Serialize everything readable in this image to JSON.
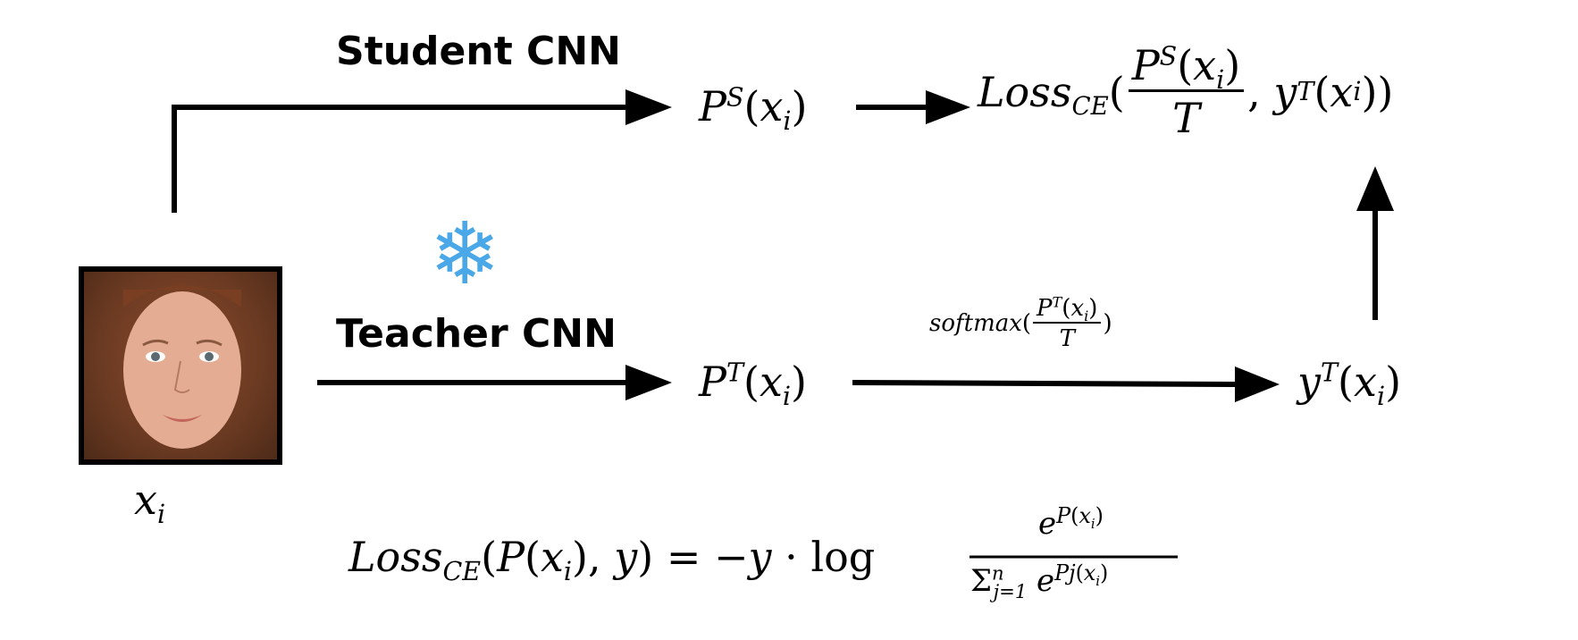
{
  "labels": {
    "student": "Student CNN",
    "teacher": "Teacher CNN",
    "snowflake": "❄"
  },
  "math": {
    "x": "x",
    "i": "i",
    "P": "P",
    "S": "S",
    "T": "T",
    "y": "y",
    "e": "e",
    "n": "n",
    "loss": "Loss",
    "ce": "CE",
    "softmax": "softmax",
    "j_eq_1": "j=1",
    "j": "j",
    "sum": "Σ",
    "neg_y": "−y ",
    "cdot_log": "· log",
    "equals": "="
  },
  "colors": {
    "snowflake": "#4aa8e8",
    "frame": "#000000",
    "arrow": "#000000"
  },
  "image": {
    "description_icon": "face-photo"
  }
}
